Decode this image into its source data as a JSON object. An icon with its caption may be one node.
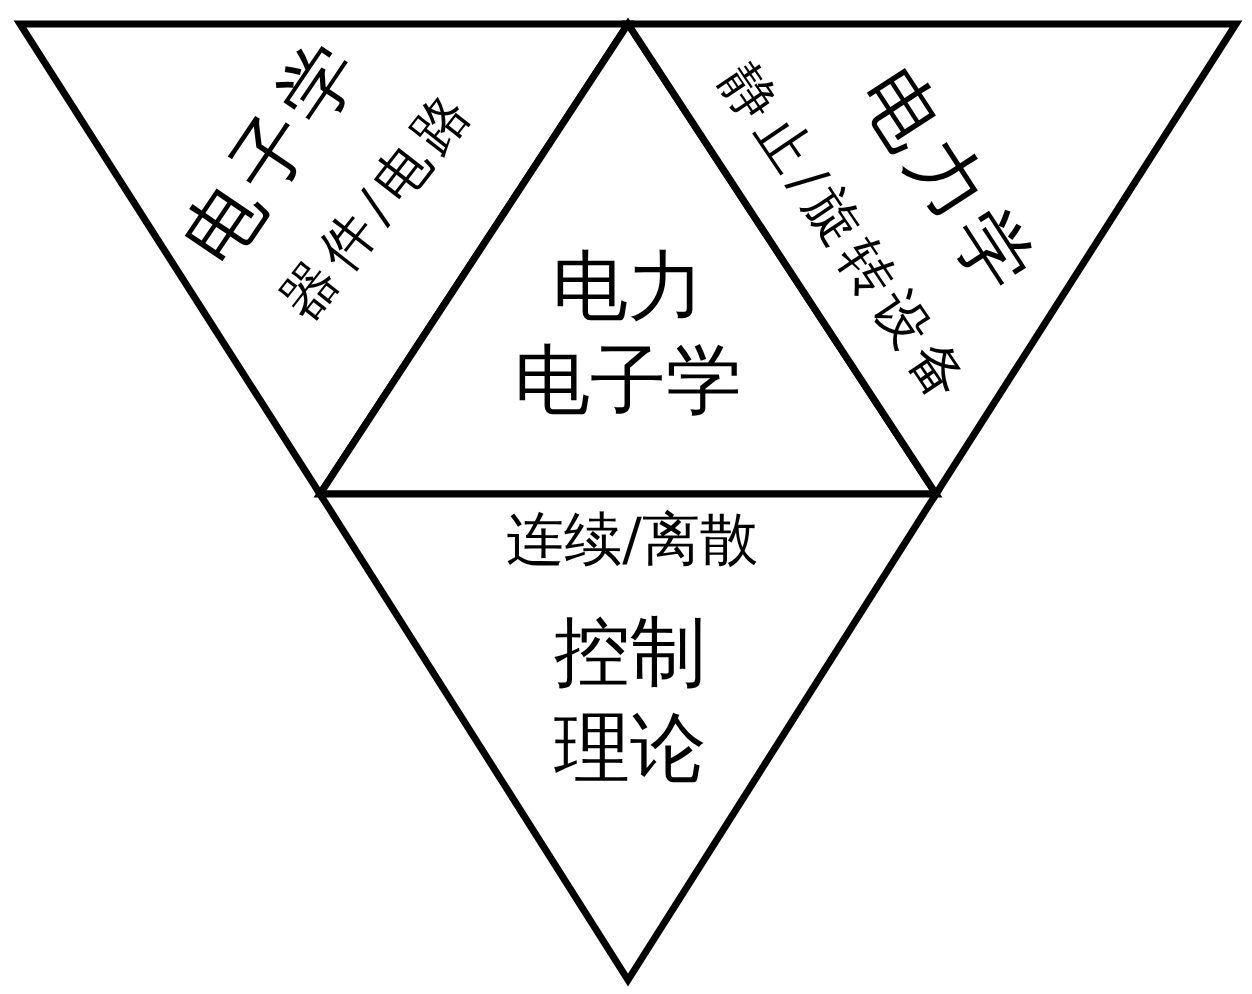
{
  "diagram": {
    "nodes": [
      {
        "text": [
          "电子学",
          "器件/电路"
        ]
      },
      {
        "text": [
          "电力电子学"
        ]
      },
      {
        "text": [
          "电力学",
          "静止/旋转设备"
        ]
      },
      {
        "text": [
          "连续/离散",
          "控制理论"
        ]
      }
    ]
  }
}
